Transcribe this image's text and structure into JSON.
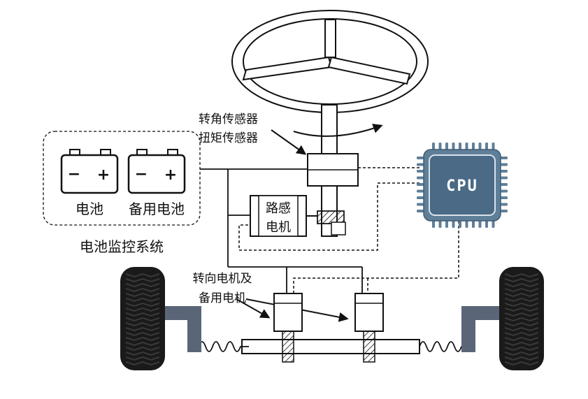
{
  "labels": {
    "angle_sensor": "转角传感器",
    "torque_sensor": "扭矩传感器",
    "battery": "电池",
    "backup_battery": "备用电池",
    "battery_monitor": "电池监控系统",
    "road_feel_motor_line1": "路感",
    "road_feel_motor_line2": "电机",
    "cpu": "CPU",
    "steer_motor_line1": "转向电机及",
    "steer_motor_line2": "备用电机"
  },
  "battery_symbols": {
    "minus": "−",
    "plus": "+"
  },
  "colors": {
    "line": "#111111",
    "cpu_body": "#5f7f99",
    "cpu_face": "#4a6a86",
    "cpu_text": "#ffffff",
    "bracket": "#5a6678",
    "tire": "#1a1a1a",
    "tread": "#3a3a3a"
  }
}
